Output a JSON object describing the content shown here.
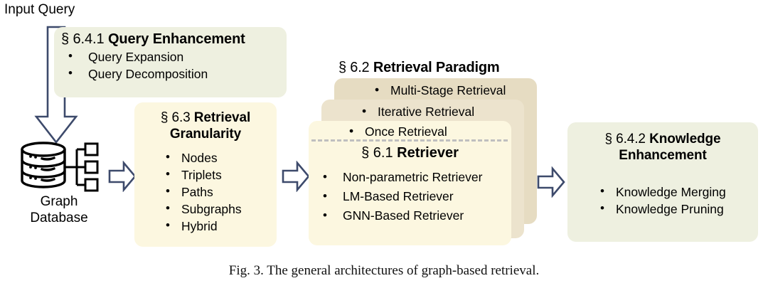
{
  "figure": {
    "caption": "Fig. 3.  The general architectures of graph-based retrieval.",
    "input_label": "Input Query"
  },
  "colors": {
    "green_box": "#eef0e0",
    "cream_box": "#fcf7e0",
    "tan_back_card": "#e6dcc2",
    "tan_mid_card": "#ece3cd",
    "arrow_outline": "#3d4a6b",
    "divider": "#bfbfbf"
  },
  "graph_database": {
    "line1": "Graph",
    "line2": "Database",
    "icon": "graph-database-icon"
  },
  "query_enhancement": {
    "section": "§ 6.4.1",
    "title": "Query Enhancement",
    "items": [
      "Query Expansion",
      "Query Decomposition"
    ]
  },
  "retrieval_granularity": {
    "section": "§ 6.3",
    "title_line1": "Retrieval",
    "title_line2": "Granularity",
    "items": [
      "Nodes",
      "Triplets",
      "Paths",
      "Subgraphs",
      "Hybrid"
    ]
  },
  "retrieval_paradigm": {
    "section": "§ 6.2",
    "title": "Retrieval Paradigm",
    "items": [
      "Multi-Stage Retrieval",
      "Iterative Retrieval",
      "Once Retrieval"
    ]
  },
  "retriever": {
    "section": "§ 6.1",
    "title": "Retriever",
    "items": [
      "Non-parametric Retriever",
      "LM-Based Retriever",
      "GNN-Based Retriever"
    ]
  },
  "knowledge_enhancement": {
    "section": "§ 6.4.2",
    "title_line1": "Knowledge",
    "title_line2": "Enhancement",
    "items": [
      "Knowledge Merging",
      "Knowledge Pruning"
    ]
  },
  "arrows": {
    "input_to_db": "down-arrow",
    "db_to_granularity": "right-arrow",
    "granularity_to_retriever": "right-arrow",
    "retriever_to_knowledge": "right-arrow"
  }
}
